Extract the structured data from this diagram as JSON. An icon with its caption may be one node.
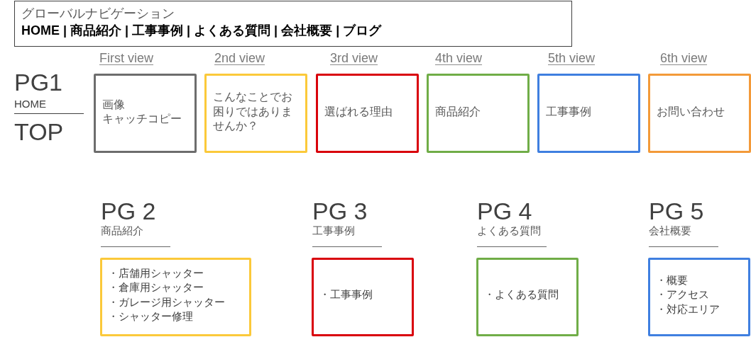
{
  "diagram": {
    "nodes": [
      {
        "text": [
          "グローバルナビゲーション",
          "HOME | 商品紹介 | 工事事例 | よくある質問 | 会社概要 | ブログ"
        ]
      },
      {
        "text": [
          "First view",
          "画像",
          "キャッチコピー"
        ]
      },
      {
        "text": [
          "2nd view",
          "こんなことでお困りではありませんか？"
        ]
      },
      {
        "text": [
          "3rd view",
          "選ばれる理由"
        ]
      },
      {
        "text": [
          "4th view",
          "商品紹介"
        ]
      },
      {
        "text": [
          "5th view",
          "工事事例"
        ]
      },
      {
        "text": [
          "6th view",
          "お問い合わせ"
        ]
      },
      {
        "text": [
          "PG 2",
          "商品紹介",
          "・店舗用シャッター",
          "・倉庫用シャッター",
          "・ガレージ用シャッター",
          "・シャッター修理"
        ]
      },
      {
        "text": [
          "PG 3",
          "工事事例",
          "・工事事例"
        ]
      },
      {
        "text": [
          "PG 4",
          "よくある質問",
          "・よくある質問"
        ]
      },
      {
        "text": [
          "PG 5",
          "会社概要",
          "・概要",
          "・アクセス",
          "・対応エリア"
        ]
      }
    ],
    "labels": [
      "PG1",
      "HOME",
      "TOP"
    ]
  }
}
